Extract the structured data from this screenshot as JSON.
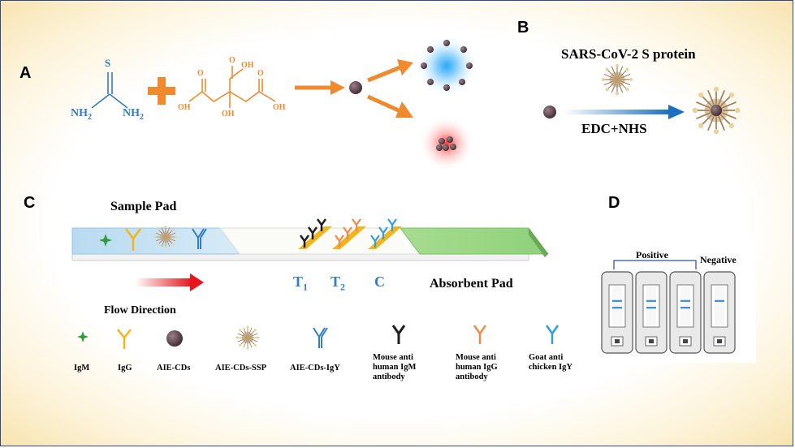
{
  "panels": {
    "a": "A",
    "b": "B",
    "c": "C",
    "d": "D"
  },
  "panel_a": {
    "thiourea": {
      "s": "S",
      "nh2_left": "NH",
      "nh2_right": "NH",
      "sub2": "2"
    },
    "citric_acid": {
      "o1": "O",
      "oh1": "OH",
      "o2": "O",
      "oh2": "OH",
      "o3": "O",
      "oh3": "OH",
      "oh4": "OH"
    }
  },
  "panel_b": {
    "protein_label": "SARS-CoV-2 S protein",
    "reagent_label": "EDC+NHS"
  },
  "panel_c": {
    "sample_pad": "Sample Pad",
    "absorbent_pad": "Absorbent Pad",
    "t1": "T",
    "t1_sub": "1",
    "t2": "T",
    "t2_sub": "2",
    "c_line": "C",
    "flow_direction": "Flow Direction",
    "legend": {
      "igm": "IgM",
      "igg": "IgG",
      "aie_cds": "AIE-CDs",
      "aie_cds_ssp": "AIE-CDs-SSP",
      "aie_cds_igy": "AIE-CDs-IgY",
      "mouse_igm_1": "Mouse anti",
      "mouse_igm_2": "human IgM",
      "mouse_igm_3": "antibody",
      "mouse_igg_1": "Mouse anti",
      "mouse_igg_2": "human IgG",
      "mouse_igg_3": "antibody",
      "goat_1": "Goat anti",
      "goat_2": "chicken IgY"
    }
  },
  "panel_d": {
    "positive": "Positive",
    "negative": "Negative"
  },
  "colors": {
    "orange": "#f08a2c",
    "blue": "#2f7fc1",
    "cd_dot": "#5a4048",
    "yellow": "#f2b51b",
    "green": "#8fd17a"
  }
}
